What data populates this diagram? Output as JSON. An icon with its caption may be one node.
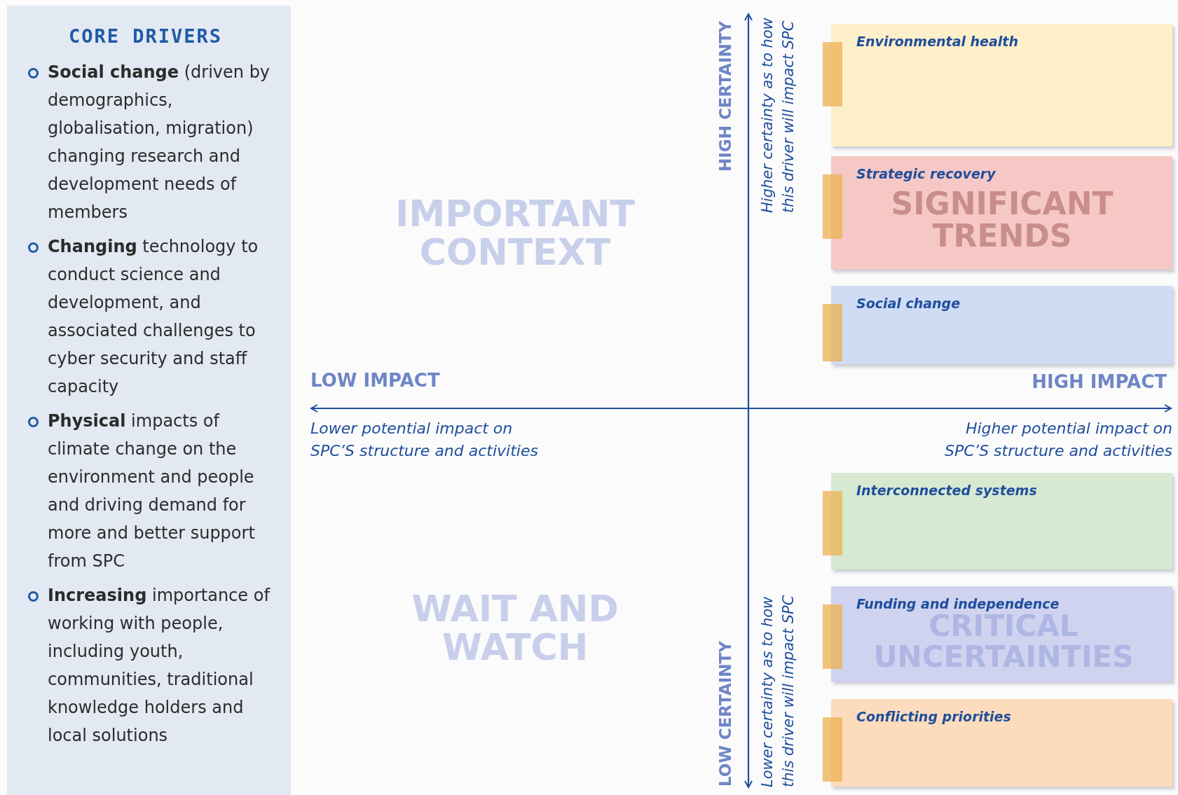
{
  "diagram": {
    "nodes": [
      {
        "text": [
          "CORE DRIVERS",
          "**Social change** (driven by demographics, globalisation, migration) changing research and development needs of members",
          "**Changing** technology to conduct science and development, and associated challenges to cyber security and staff capacity",
          "**Physical** impacts of climate change on the environment and people and driving demand for more and better support from SPC",
          "**Increasing** importance of working with people, including youth, communities, traditional knowledge holders and local solutions"
        ]
      },
      {
        "text": [
          "Environmental health"
        ]
      },
      {
        "text": [
          "Strategic recovery"
        ]
      },
      {
        "text": [
          "Social change"
        ]
      },
      {
        "text": [
          "Interconnected systems"
        ]
      },
      {
        "text": [
          "Funding and independence"
        ]
      },
      {
        "text": [
          "Conflicting priorities"
        ]
      }
    ],
    "labels": [
      "HIGH CERTAINTY",
      "Higher certainty as to how this driver will impact SPC",
      "IMPORTANT CONTEXT",
      "SIGNIFICANT TRENDS",
      "LOW IMPACT",
      "HIGH IMPACT",
      "Lower potential impact on SPC’S structure and activities",
      "Higher potential impact on SPC’S structure and activities",
      "WAIT AND WATCH",
      "CRITICAL UNCERTAINTIES",
      "LOW CERTAINTY",
      "Lower certainty as to how this driver will impact SPC"
    ]
  }
}
